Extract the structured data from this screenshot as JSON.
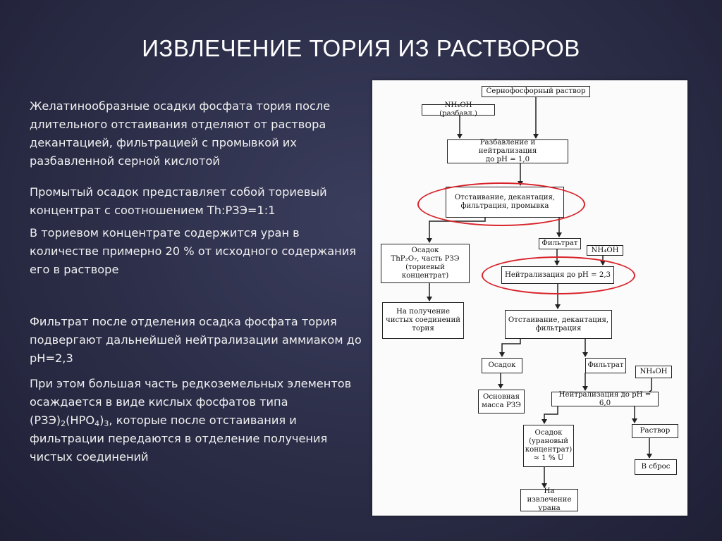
{
  "slide": {
    "title": "ИЗВЛЕЧЕНИЕ ТОРИЯ ИЗ РАСТВОРОВ",
    "paragraphs": [
      "Желатинообразные осадки фосфата тория после длительного отстаивания отделяют от раствора декантацией, фильтрацией с промывкой их разбавленной серной кислотой",
      "Промытый осадок представляет собой ториевый концентрат с соотношением Th:РЗЭ=1:1",
      "В ториевом концентрате содержится уран в количестве примерно 20 % от исходного содержания его в растворе",
      "Фильтрат после отделения осадка фосфата тория подвергают дальнейшей нейтрализации аммиаком до pH=2,3"
    ],
    "last_paragraph": {
      "before": "При этом большая часть редкоземельных элементов осаждается в виде кислых фосфатов типа (РЗЭ)",
      "sub1": "2",
      "mid1": "(HPO",
      "sub2": "4",
      "mid2": ")",
      "sub3": "3",
      "after": ", которые после отстаивания и фильтрации передаются в отделение получения чистых соединений"
    }
  },
  "diagram": {
    "colors": {
      "highlight": "#d8232a",
      "line": "#222222"
    },
    "nodes": {
      "source": "Сернофосфорный раствор",
      "nh4oh_dil": "NH₄OH (разбавл.)",
      "dilution": [
        "Разбавление и нейтрализация",
        "до pH = 1,0"
      ],
      "settling1": [
        "Отстаивание, декантация,",
        "фильтрация, промывка"
      ],
      "precipitate1": [
        "Осадок",
        "ThP₂O₇, часть РЗЭ",
        "(ториевый концентрат)"
      ],
      "pure_compounds1": [
        "На получение",
        "чистых соединений",
        "тория"
      ],
      "filtrate1": "Фильтрат",
      "nh4oh_1": "NH₄OH",
      "neutral23": "Нейтрализация до pH = 2,3",
      "settling2": [
        "Отстаивание, декантация,",
        "фильтрация"
      ],
      "precipitate2": "Осадок",
      "filtrate2": "Фильтрат",
      "nh4oh_2": "NH₄OH",
      "main_ree": [
        "Основная",
        "масса РЗЭ"
      ],
      "neutral60": "Нейтрализация до pH = 6,0",
      "precipitate_u": [
        "Осадок",
        "(урановый",
        "концентрат)",
        "≈ 1 % U"
      ],
      "solution": "Раствор",
      "to_waste": "В сброс",
      "uranium_ext": [
        "На извлечение",
        "урана"
      ]
    }
  }
}
